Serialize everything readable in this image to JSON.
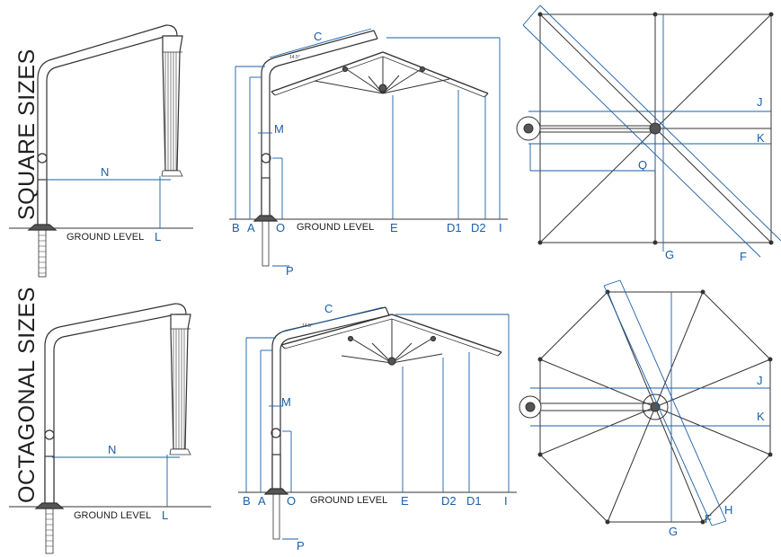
{
  "section_titles": {
    "square": "SQUARE SIZES",
    "octagonal": "OCTAGONAL SIZES"
  },
  "ground_level_label": "GROUND LEVEL",
  "angle_label": "14.5°",
  "dimension_labels": {
    "A": "A",
    "B": "B",
    "C": "C",
    "D1": "D1",
    "D2": "D2",
    "E": "E",
    "F": "F",
    "G": "G",
    "H": "H",
    "I": "I",
    "J": "J",
    "K": "K",
    "L": "L",
    "M": "M",
    "N": "N",
    "O": "O",
    "P": "P",
    "Q": "Q"
  },
  "colors": {
    "dimension": "#1a5fa8",
    "structure": "#333333",
    "canopy": "#555555"
  }
}
